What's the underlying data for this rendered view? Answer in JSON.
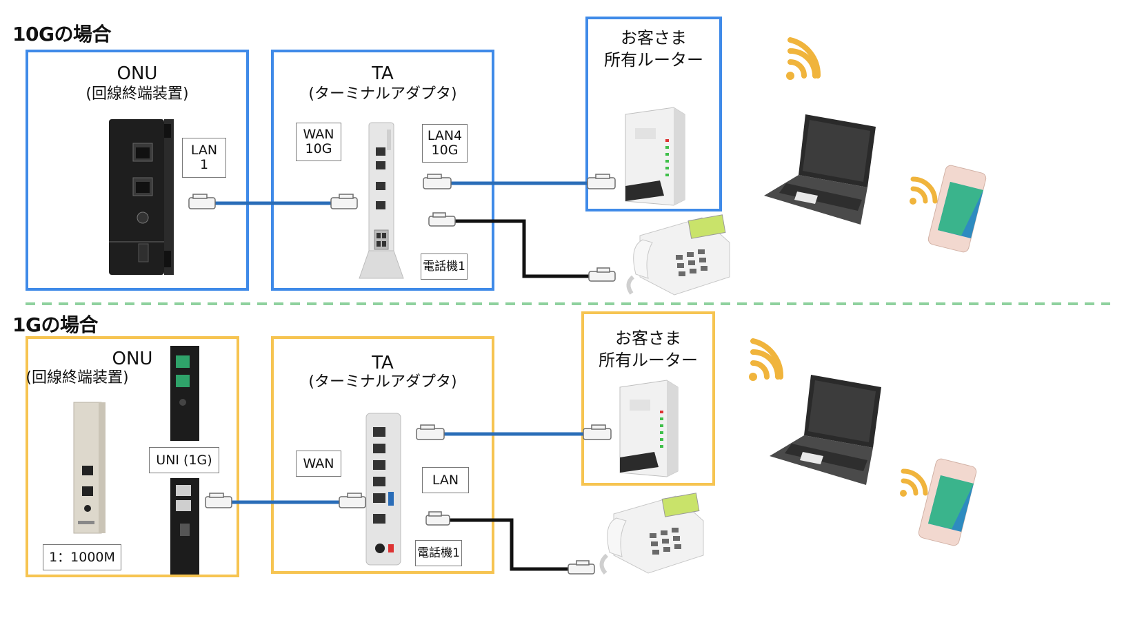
{
  "sections": [
    {
      "title": "10Gの場合",
      "onu": {
        "title": "ONU",
        "subtitle": "(回線終端装置)"
      },
      "onu_port_label": {
        "line1": "LAN",
        "line2": "1"
      },
      "ta": {
        "title": "TA",
        "subtitle": "(ターミナルアダプタ)"
      },
      "ta_wan_label": {
        "line1": "WAN",
        "line2": "10G"
      },
      "ta_lan_label": {
        "line1": "LAN4",
        "line2": "10G"
      },
      "ta_phone_label": "電話機1",
      "router": {
        "line1": "お客さま",
        "line2": "所有ルーター"
      },
      "accent": "#3f8ae8"
    },
    {
      "title": "1Gの場合",
      "onu": {
        "title": "ONU",
        "subtitle": "(回線終端装置)"
      },
      "onu_uni_label": "UNI (1G)",
      "onu_speed_label": "1：1000M",
      "ta": {
        "title": "TA",
        "subtitle": "(ターミナルアダプタ)"
      },
      "ta_wan_label": "WAN",
      "ta_lan_label": "LAN",
      "ta_phone_label": "電話機1",
      "router": {
        "line1": "お客さま",
        "line2": "所有ルーター"
      },
      "accent": "#f6c451"
    }
  ],
  "divider_color": "#8fd19e",
  "cable_color": "#2a6db8",
  "phone_cable_color": "#111111",
  "wifi_color": "#f0b43c",
  "icons": [
    "onu-device-icon",
    "ta-device-icon",
    "router-icon",
    "telephone-icon",
    "laptop-icon",
    "smartphone-icon",
    "wifi-icon",
    "lan-connector-icon"
  ]
}
